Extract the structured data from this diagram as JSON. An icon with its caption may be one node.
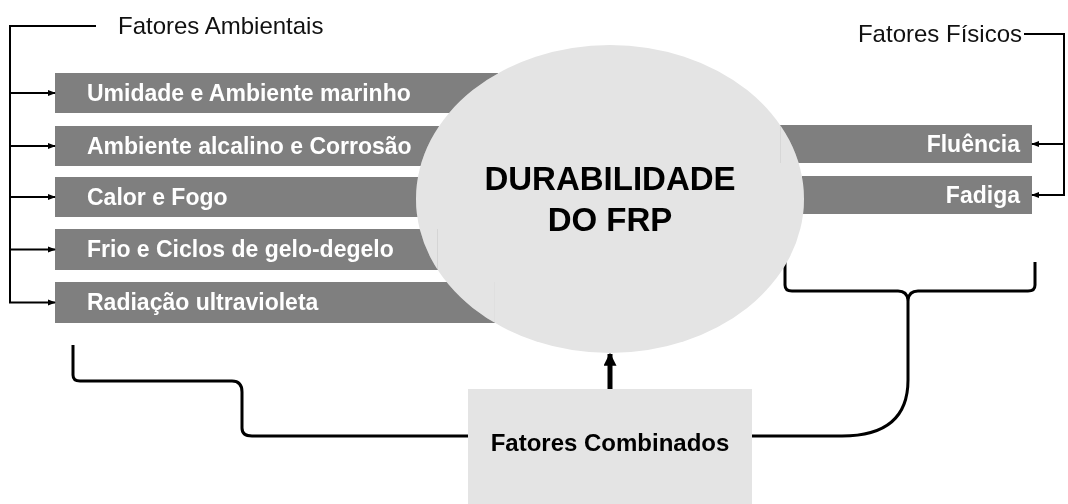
{
  "diagram": {
    "nodes": [
      {
        "text": [
          "Fatores Ambientais"
        ]
      },
      {
        "text": [
          "Umidade e Ambiente marinho"
        ]
      },
      {
        "text": [
          "Ambiente alcalino e Corrosão"
        ]
      },
      {
        "text": [
          "Calor e Fogo"
        ]
      },
      {
        "text": [
          "Frio e Ciclos de gelo-degelo"
        ]
      },
      {
        "text": [
          "Radiação ultravioleta"
        ]
      },
      {
        "text": [
          "DURABILIDADE DO FRP"
        ]
      },
      {
        "text": [
          "Fatores Físicos"
        ]
      },
      {
        "text": [
          "Fluência"
        ]
      },
      {
        "text": [
          "Fadiga"
        ]
      },
      {
        "text": [
          "Fatores Combinados"
        ]
      }
    ],
    "edges": [
      {
        "from": 0,
        "to": 1,
        "arrow": "to"
      },
      {
        "from": 0,
        "to": 2,
        "arrow": "to"
      },
      {
        "from": 0,
        "to": 3,
        "arrow": "to"
      },
      {
        "from": 0,
        "to": 4,
        "arrow": "to"
      },
      {
        "from": 0,
        "to": 5,
        "arrow": "to"
      },
      {
        "from": 7,
        "to": 8,
        "arrow": "to"
      },
      {
        "from": 7,
        "to": 9,
        "arrow": "to"
      },
      {
        "from": 10,
        "to": 6,
        "arrow": "to",
        "style": "thick"
      }
    ]
  }
}
